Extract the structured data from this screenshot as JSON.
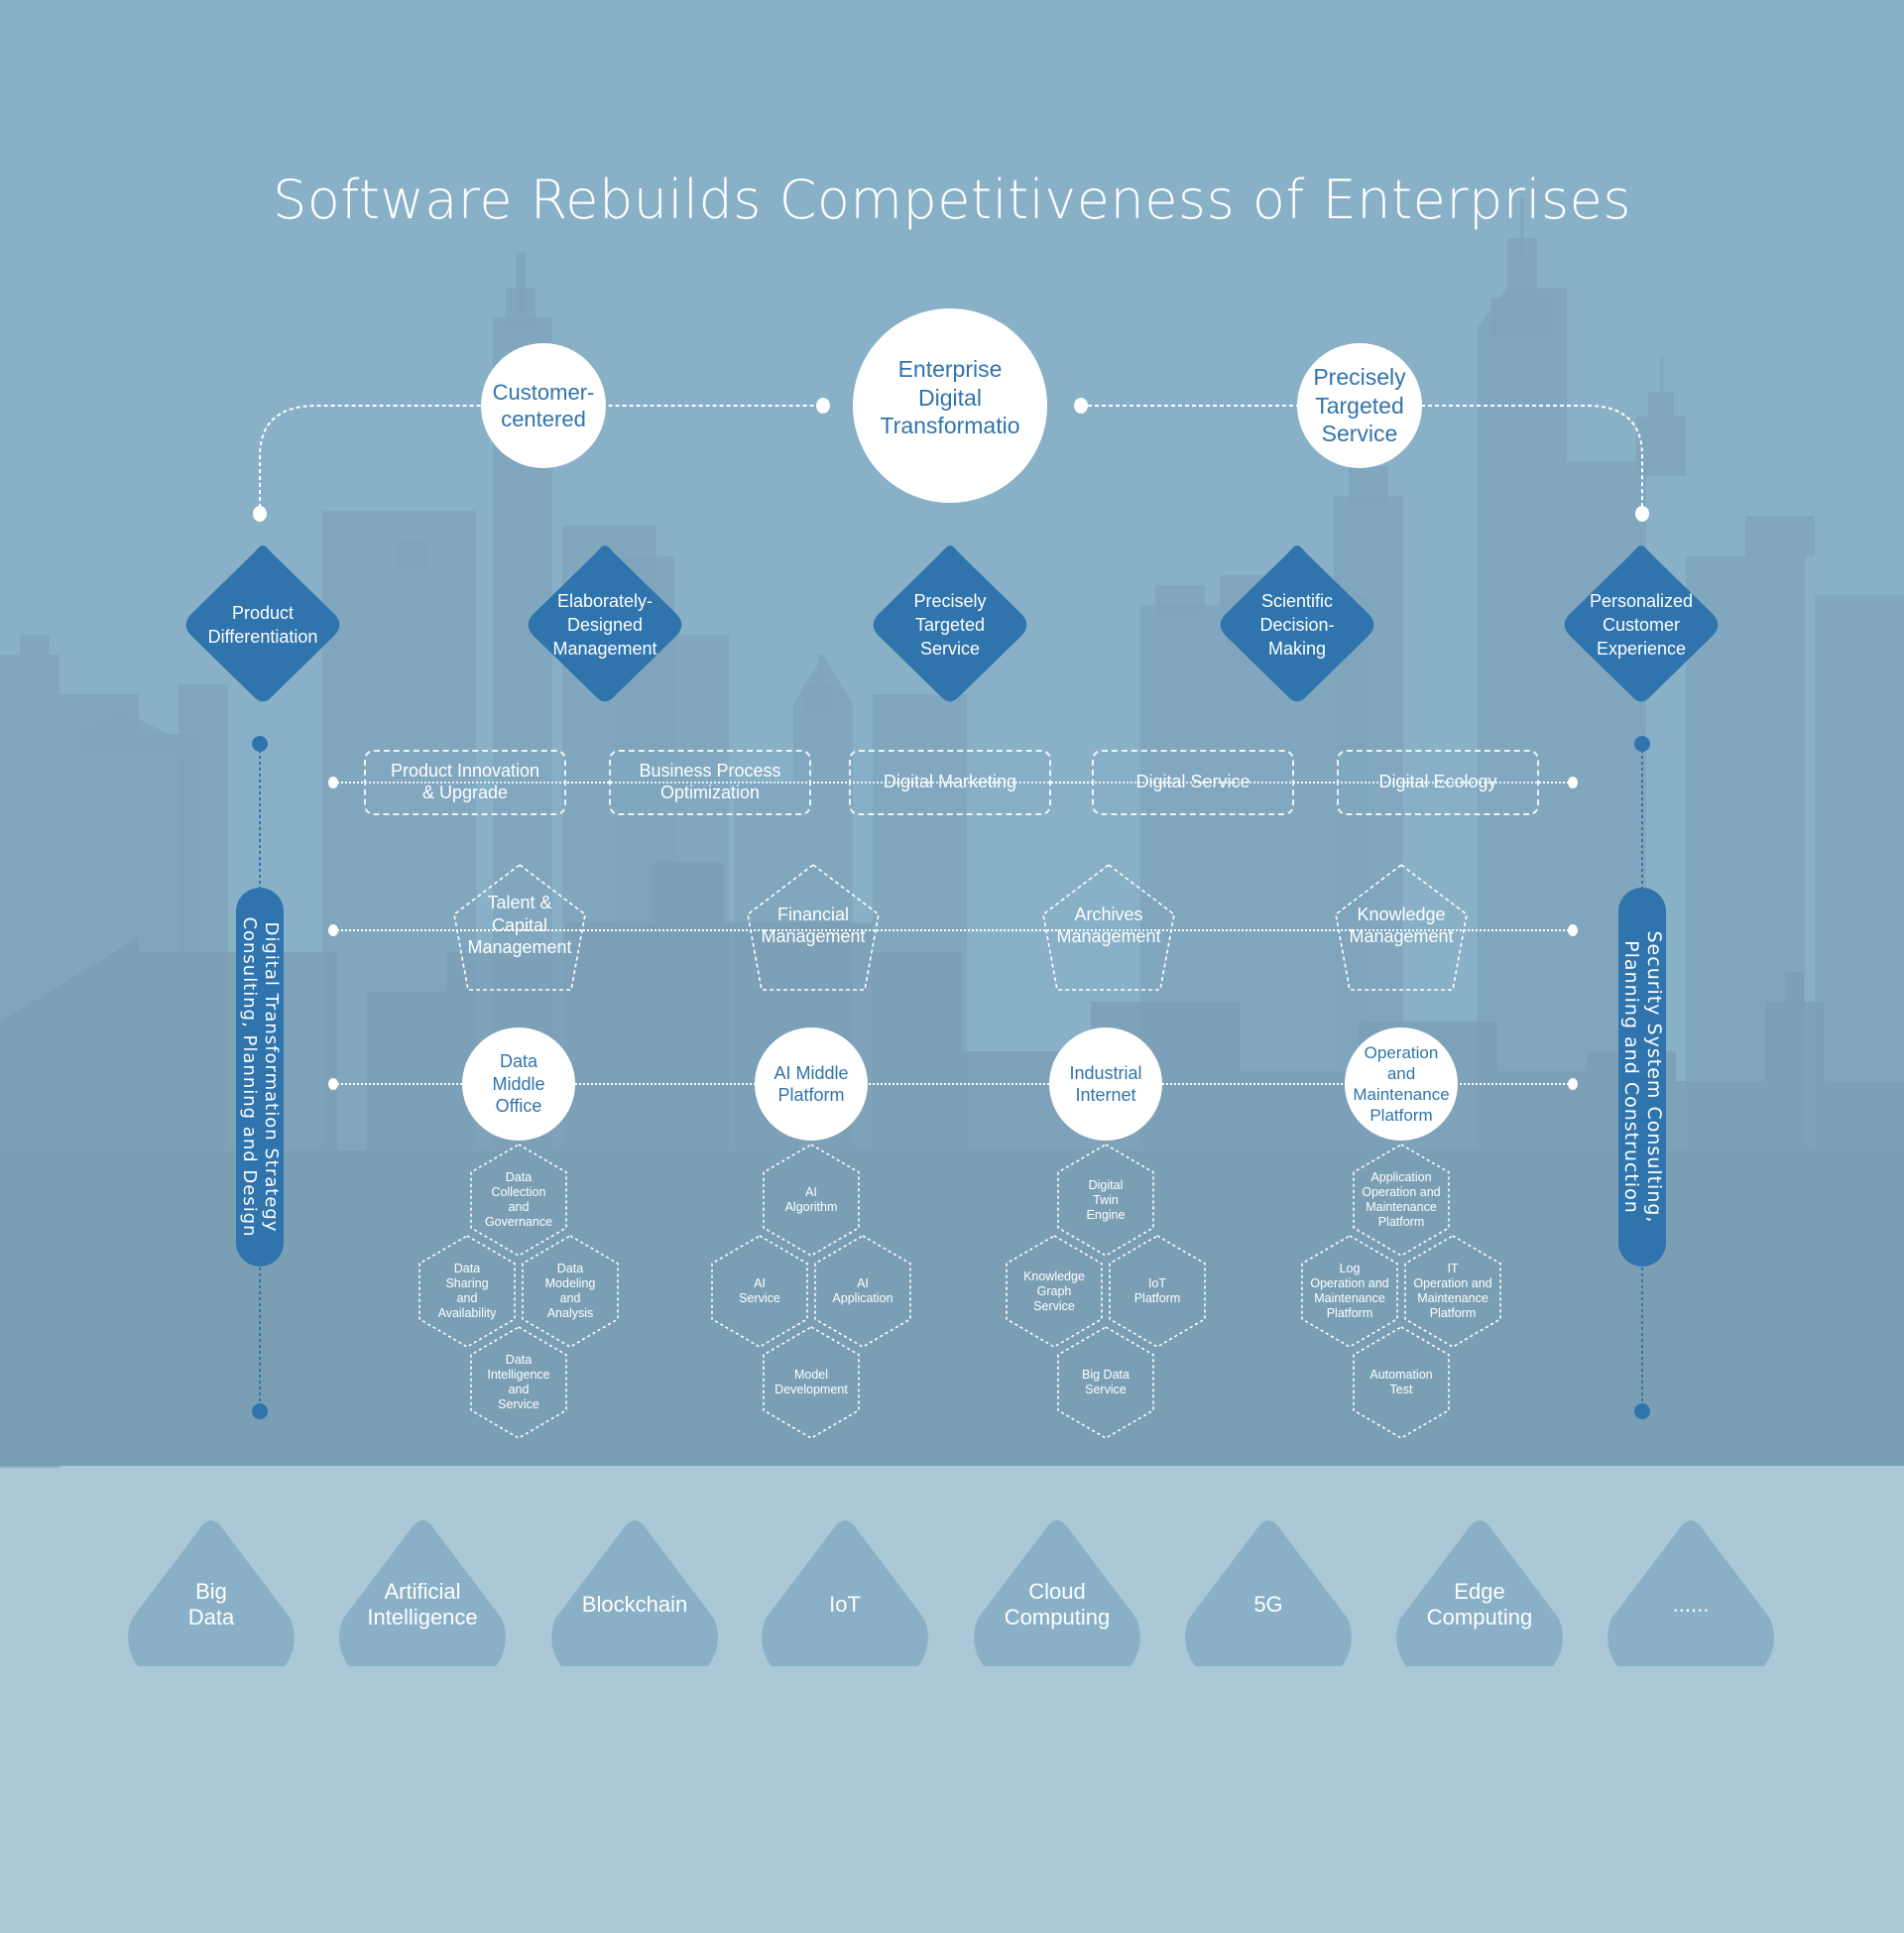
{
  "title": "Software Rebuilds Competitiveness of Enterprises",
  "colors": {
    "background_top": "#88b0c7",
    "background_bottom_band": "#aac8d5",
    "skyline": "#7da4bb",
    "skyline_dark": "#7a9fb5",
    "accent_blue": "#2f74ad",
    "white": "#ffffff",
    "triangle_fill": "#89b0c6"
  },
  "top_circles": [
    {
      "id": "customer-centered",
      "label": "Customer-\ncentered"
    },
    {
      "id": "enterprise-digital-transformation",
      "label": "Enterprise\nDigital\nTransformatio"
    },
    {
      "id": "precisely-targeted-service-top",
      "label": "Precisely\nTargeted\nService"
    }
  ],
  "diamonds": [
    {
      "label": "Product\nDifferentiation"
    },
    {
      "label": "Elaborately-\nDesigned\nManagement"
    },
    {
      "label": "Precisely\nTargeted\nService"
    },
    {
      "label": "Scientific\nDecision-\nMaking"
    },
    {
      "label": "Personalized\nCustomer\nExperience"
    }
  ],
  "boxes": [
    {
      "label": "Product Innovation\n& Upgrade"
    },
    {
      "label": "Business Process\nOptimization"
    },
    {
      "label": "Digital Marketing"
    },
    {
      "label": "Digital Service"
    },
    {
      "label": "Digital Ecology"
    }
  ],
  "pentagons": [
    {
      "label": "Talent &\nCapital\nManagement"
    },
    {
      "label": "Financial\nManagement"
    },
    {
      "label": "Archives\nManagement"
    },
    {
      "label": "Knowledge\nManagement"
    }
  ],
  "platforms": [
    {
      "label": "Data\nMiddle\nOffice",
      "hexes": [
        "Data\nCollection\nand\nGovernance",
        "Data\nSharing\nand\nAvailability",
        "Data\nModeling\nand\nAnalysis",
        "Data\nIntelligence\nand\nService"
      ]
    },
    {
      "label": "AI Middle\nPlatform",
      "hexes": [
        "AI\nAlgorithm",
        "AI\nService",
        "AI\nApplication",
        "Model\nDevelopment"
      ]
    },
    {
      "label": "Industrial\nInternet",
      "hexes": [
        "Digital\nTwin\nEngine",
        "Knowledge\nGraph\nService",
        "IoT\nPlatform",
        "Big Data\nService"
      ]
    },
    {
      "label": "Operation\nand\nMaintenance\nPlatform",
      "hexes": [
        "Application\nOperation and\nMaintenance\nPlatform",
        "Log\nOperation and\nMaintenance\nPlatform",
        "IT\nOperation and\nMaintenance\nPlatform",
        "Automation\nTest"
      ]
    }
  ],
  "side_pills": {
    "left": "Digital Transformation Strategy\nConsulting, Planning and Design",
    "right": "Security System Consulting,\nPlanning and Construction"
  },
  "technologies": [
    {
      "label": "Big\nData"
    },
    {
      "label": "Artificial\nIntelligence"
    },
    {
      "label": "Blockchain"
    },
    {
      "label": "IoT"
    },
    {
      "label": "Cloud\nComputing"
    },
    {
      "label": "5G"
    },
    {
      "label": "Edge\nComputing"
    },
    {
      "label": "......"
    }
  ]
}
